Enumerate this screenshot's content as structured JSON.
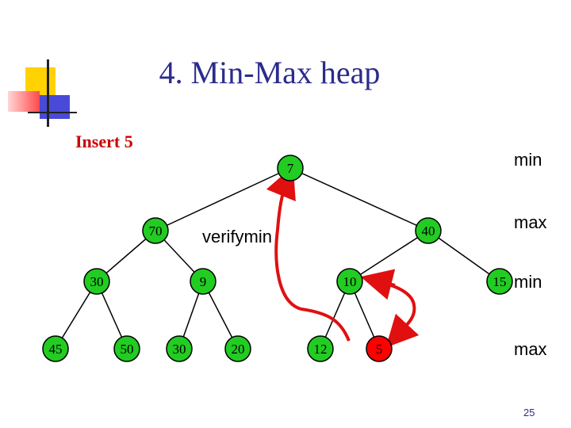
{
  "slide": {
    "title": "4. Min-Max heap",
    "subtitle": "Insert 5",
    "page_number": "25"
  },
  "levels": [
    "min",
    "max",
    "min",
    "max"
  ],
  "annotation": "verifymin",
  "tree": {
    "nodes": [
      {
        "id": "n0",
        "value": "7"
      },
      {
        "id": "n1",
        "value": "70"
      },
      {
        "id": "n2",
        "value": "40"
      },
      {
        "id": "n3",
        "value": "30"
      },
      {
        "id": "n4",
        "value": "9"
      },
      {
        "id": "n5",
        "value": "10"
      },
      {
        "id": "n6",
        "value": "15"
      },
      {
        "id": "n7",
        "value": "45"
      },
      {
        "id": "n8",
        "value": "50"
      },
      {
        "id": "n9",
        "value": "30"
      },
      {
        "id": "n10",
        "value": "20"
      },
      {
        "id": "n11",
        "value": "12"
      },
      {
        "id": "n12",
        "value": "5"
      }
    ],
    "highlighted": "n12",
    "colors": {
      "node_fill": "#22cc22",
      "highlight_fill": "#ff0000",
      "arrow": "#e01010"
    }
  }
}
